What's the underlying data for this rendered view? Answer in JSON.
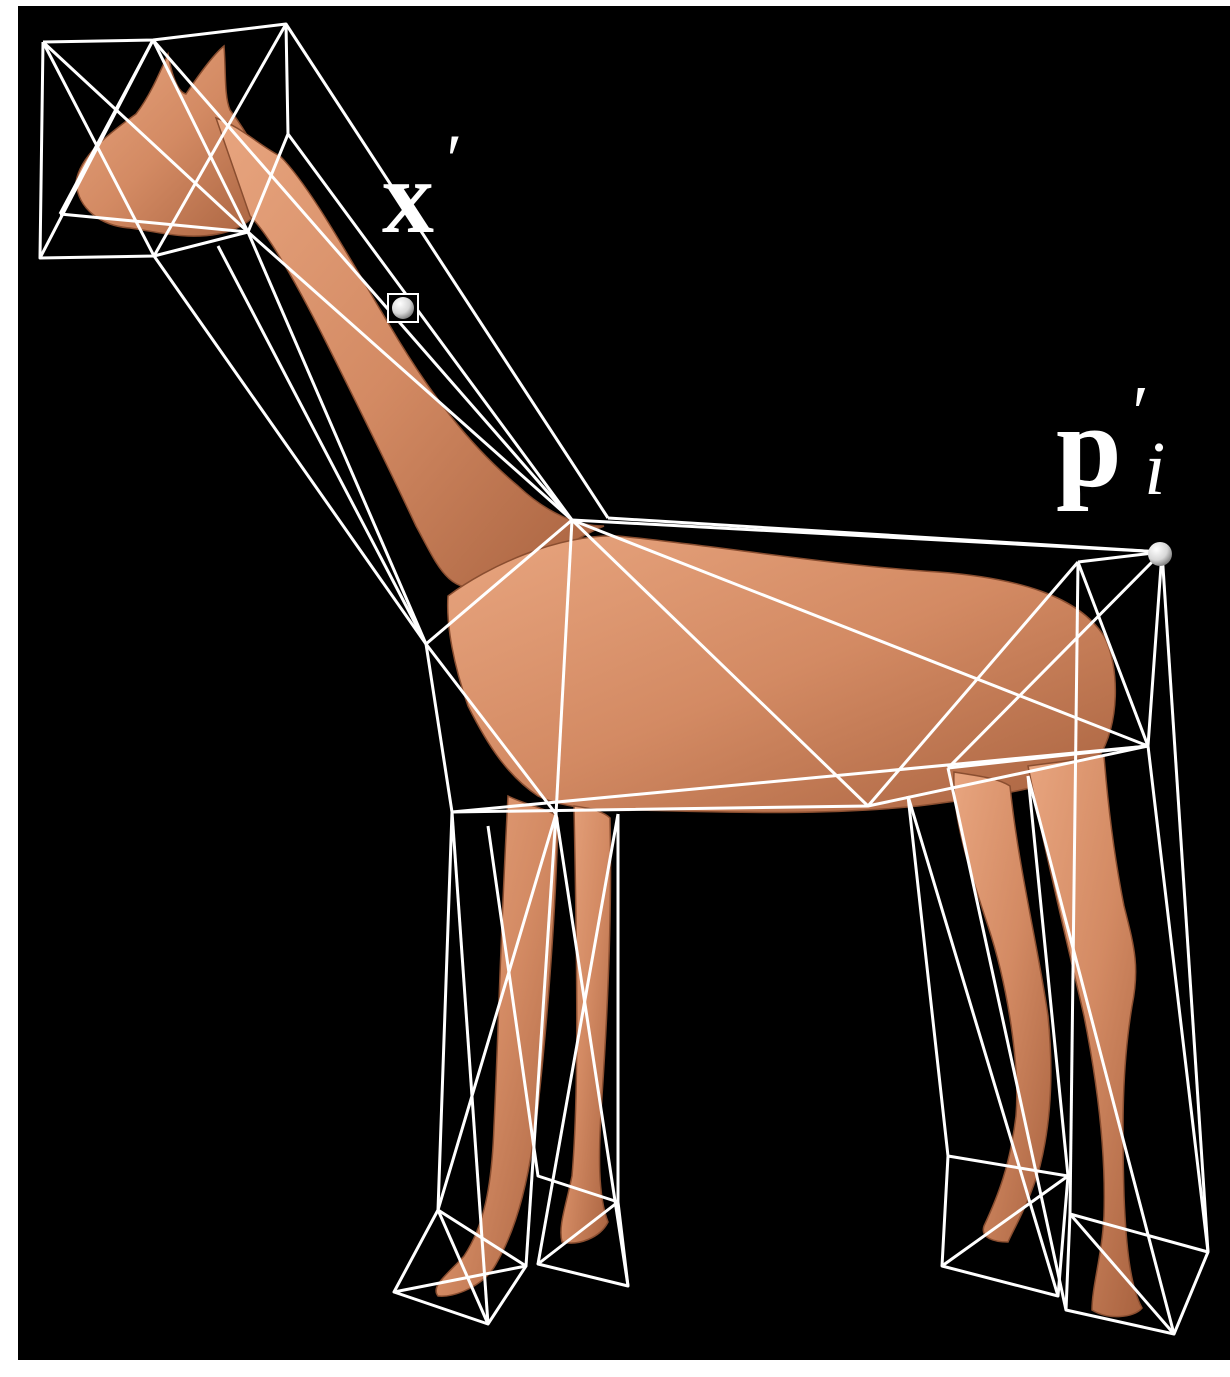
{
  "figure": {
    "background": "#000000",
    "mesh_color": "#d9926b",
    "cage_color": "#ffffff",
    "labels": {
      "point_x": {
        "base": "x",
        "prime": "′"
      },
      "point_p": {
        "base": "p",
        "prime": "′",
        "subscript": "i"
      }
    }
  }
}
